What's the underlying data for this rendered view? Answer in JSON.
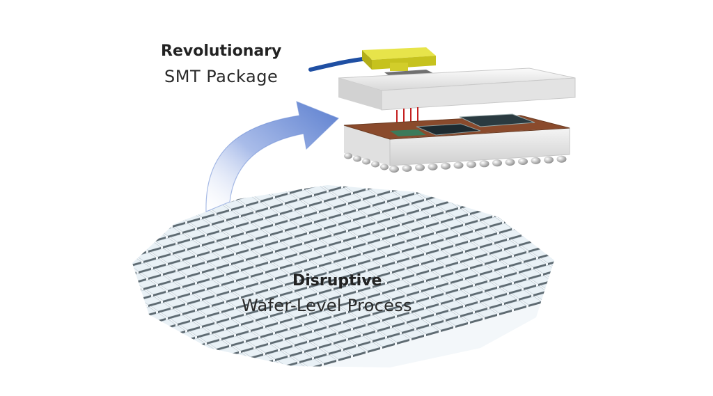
{
  "top_label": {
    "title": "Revolutionary",
    "subtitle": "SMT Package"
  },
  "bottom_label": {
    "title": "Disruptive",
    "subtitle": "Wafer-Level Process"
  },
  "colors": {
    "arrow": "#7f9ad8",
    "wafer_tile": "#e9f1f6",
    "package_board": "#8a4a2c",
    "connector": "#d8d630",
    "fiber": "#1f4fa3"
  }
}
